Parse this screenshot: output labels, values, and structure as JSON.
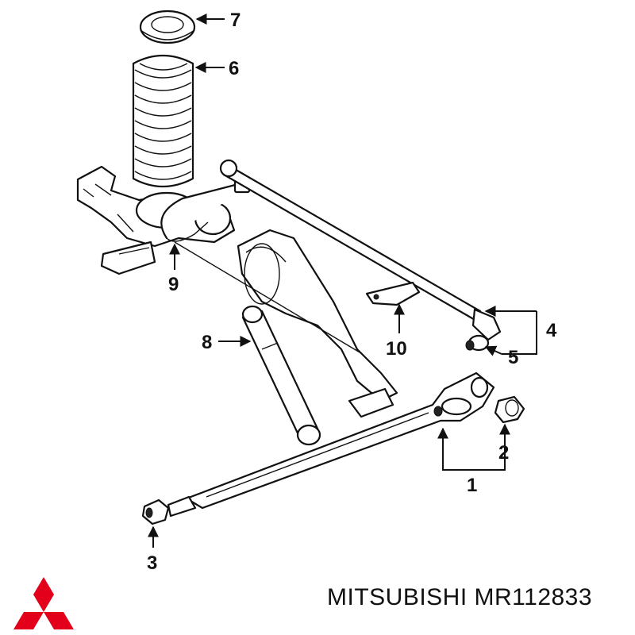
{
  "brand": {
    "text": "MITSUBISHI MR112833",
    "logo_color": "#e2001a"
  },
  "callouts": {
    "c1": "1",
    "c2": "2",
    "c3": "3",
    "c4": "4",
    "c5": "5",
    "c6": "6",
    "c7": "7",
    "c8": "8",
    "c9": "9",
    "c10": "10"
  }
}
